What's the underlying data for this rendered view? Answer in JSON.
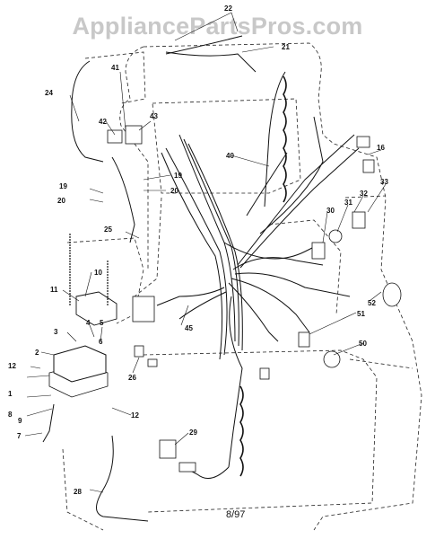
{
  "watermark": "AppliancePartsPros.com",
  "date_code": "8/97",
  "callouts": {
    "c1": "1",
    "c2": "2",
    "c3": "3",
    "c4": "4",
    "c5": "5",
    "c6": "6",
    "c7": "7",
    "c8": "8",
    "c9": "9",
    "c10": "10",
    "c11": "11",
    "c12a": "12",
    "c12b": "12",
    "c16": "16",
    "c19a": "19",
    "c19b": "19",
    "c20a": "20",
    "c20b": "20",
    "c21": "21",
    "c22": "22",
    "c24": "24",
    "c25": "25",
    "c26": "26",
    "c28": "28",
    "c29": "29",
    "c30": "30",
    "c31": "31",
    "c32": "32",
    "c33": "33",
    "c40": "40",
    "c41": "41",
    "c42": "42",
    "c43": "43",
    "c45": "45",
    "c50": "50",
    "c51": "51",
    "c52": "52"
  }
}
